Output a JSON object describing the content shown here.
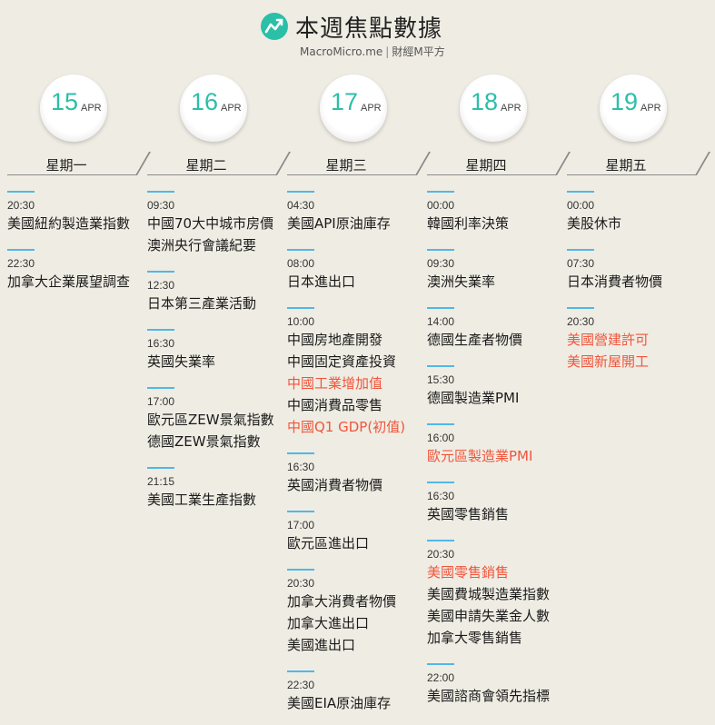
{
  "header": {
    "title": "本週焦點數據",
    "site": "MacroMicro.me",
    "brand": "財經M平方"
  },
  "days": [
    {
      "day": "15",
      "month": "APR",
      "weekday": "星期一",
      "slots": [
        {
          "time": "20:30",
          "events": [
            {
              "text": "美國紐約製造業指數",
              "highlight": false
            }
          ]
        },
        {
          "time": "22:30",
          "events": [
            {
              "text": "加拿大企業展望調查",
              "highlight": false
            }
          ]
        }
      ]
    },
    {
      "day": "16",
      "month": "APR",
      "weekday": "星期二",
      "slots": [
        {
          "time": "09:30",
          "events": [
            {
              "text": "中國70大中城市房價",
              "highlight": false
            },
            {
              "text": "澳洲央行會議紀要",
              "highlight": false
            }
          ]
        },
        {
          "time": "12:30",
          "events": [
            {
              "text": "日本第三產業活動",
              "highlight": false
            }
          ]
        },
        {
          "time": "16:30",
          "events": [
            {
              "text": "英國失業率",
              "highlight": false
            }
          ]
        },
        {
          "time": "17:00",
          "events": [
            {
              "text": "歐元區ZEW景氣指數",
              "highlight": false
            },
            {
              "text": "德國ZEW景氣指數",
              "highlight": false
            }
          ]
        },
        {
          "time": "21:15",
          "events": [
            {
              "text": "美國工業生產指數",
              "highlight": false
            }
          ]
        }
      ]
    },
    {
      "day": "17",
      "month": "APR",
      "weekday": "星期三",
      "slots": [
        {
          "time": "04:30",
          "events": [
            {
              "text": "美國API原油庫存",
              "highlight": false
            }
          ]
        },
        {
          "time": "08:00",
          "events": [
            {
              "text": "日本進出口",
              "highlight": false
            }
          ]
        },
        {
          "time": "10:00",
          "events": [
            {
              "text": "中國房地產開發",
              "highlight": false
            },
            {
              "text": "中國固定資產投資",
              "highlight": false
            },
            {
              "text": "中國工業增加值",
              "highlight": true
            },
            {
              "text": "中國消費品零售",
              "highlight": false
            },
            {
              "text": "中國Q1 GDP(初值)",
              "highlight": true
            }
          ]
        },
        {
          "time": "16:30",
          "events": [
            {
              "text": "英國消費者物價",
              "highlight": false
            }
          ]
        },
        {
          "time": "17:00",
          "events": [
            {
              "text": "歐元區進出口",
              "highlight": false
            }
          ]
        },
        {
          "time": "20:30",
          "events": [
            {
              "text": "加拿大消費者物價",
              "highlight": false
            },
            {
              "text": "加拿大進出口",
              "highlight": false
            },
            {
              "text": "美國進出口",
              "highlight": false
            }
          ]
        },
        {
          "time": "22:30",
          "events": [
            {
              "text": "美國EIA原油庫存",
              "highlight": false
            }
          ]
        }
      ]
    },
    {
      "day": "18",
      "month": "APR",
      "weekday": "星期四",
      "slots": [
        {
          "time": "00:00",
          "events": [
            {
              "text": "韓國利率決策",
              "highlight": false
            }
          ]
        },
        {
          "time": "09:30",
          "events": [
            {
              "text": "澳洲失業率",
              "highlight": false
            }
          ]
        },
        {
          "time": "14:00",
          "events": [
            {
              "text": "德國生產者物價",
              "highlight": false
            }
          ]
        },
        {
          "time": "15:30",
          "events": [
            {
              "text": "德國製造業PMI",
              "highlight": false
            }
          ]
        },
        {
          "time": "16:00",
          "events": [
            {
              "text": "歐元區製造業PMI",
              "highlight": true
            }
          ]
        },
        {
          "time": "16:30",
          "events": [
            {
              "text": "英國零售銷售",
              "highlight": false
            }
          ]
        },
        {
          "time": "20:30",
          "events": [
            {
              "text": "美國零售銷售",
              "highlight": true
            },
            {
              "text": "美國費城製造業指數",
              "highlight": false
            },
            {
              "text": "美國申請失業金人數",
              "highlight": false
            },
            {
              "text": "加拿大零售銷售",
              "highlight": false
            }
          ]
        },
        {
          "time": "22:00",
          "events": [
            {
              "text": "美國諮商會領先指標",
              "highlight": false
            }
          ]
        }
      ]
    },
    {
      "day": "19",
      "month": "APR",
      "weekday": "星期五",
      "slots": [
        {
          "time": "00:00",
          "events": [
            {
              "text": "美股休市",
              "highlight": false
            }
          ]
        },
        {
          "time": "07:30",
          "events": [
            {
              "text": "日本消費者物價",
              "highlight": false
            }
          ]
        },
        {
          "time": "20:30",
          "events": [
            {
              "text": "美國營建許可",
              "highlight": true
            },
            {
              "text": "美國新屋開工",
              "highlight": true
            }
          ]
        }
      ]
    }
  ]
}
